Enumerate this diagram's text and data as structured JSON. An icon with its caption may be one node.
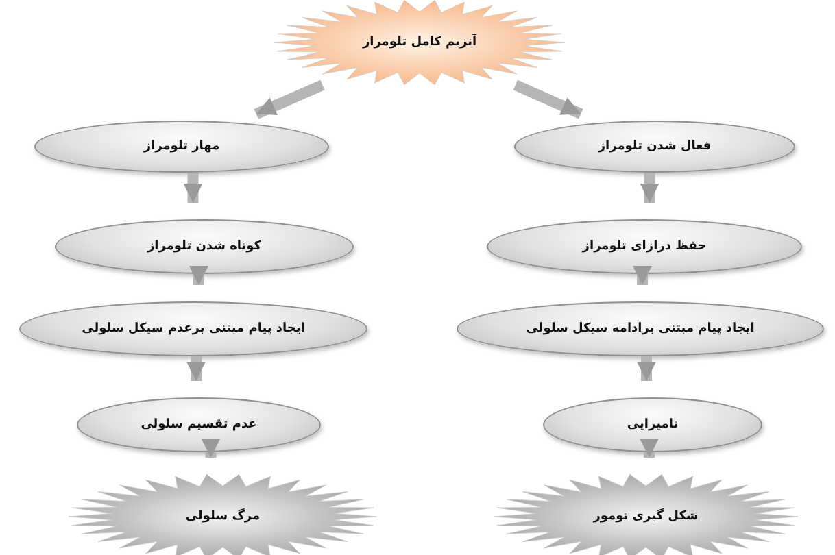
{
  "diagram": {
    "nodes": [
      {
        "text": [
          "آنزیم کامل تلومراز"
        ]
      },
      {
        "text": [
          "مهار تلومراز"
        ]
      },
      {
        "text": [
          "کوتاه شدن تلومراز"
        ]
      },
      {
        "text": [
          "ایجاد پیام مبتنی برعدم سیکل سلولی"
        ]
      },
      {
        "text": [
          "عدم تقسیم سلولی"
        ]
      },
      {
        "text": [
          "مرگ سلولی"
        ]
      },
      {
        "text": [
          "فعال شدن تلومراز"
        ]
      },
      {
        "text": [
          "حفظ درازای تلومراز"
        ]
      },
      {
        "text": [
          "ایجاد پیام مبتنی برادامه سیکل سلولی"
        ]
      },
      {
        "text": [
          "نامیرایی"
        ]
      },
      {
        "text": [
          "شکل گیری تومور"
        ]
      }
    ],
    "edges": [
      {
        "from": 0,
        "to": 1,
        "arrow": "to"
      },
      {
        "from": 0,
        "to": 6,
        "arrow": "to"
      },
      {
        "from": 1,
        "to": 2,
        "arrow": "to"
      },
      {
        "from": 2,
        "to": 3,
        "arrow": "to"
      },
      {
        "from": 3,
        "to": 4,
        "arrow": "to"
      },
      {
        "from": 4,
        "to": 5,
        "arrow": "to"
      },
      {
        "from": 6,
        "to": 7,
        "arrow": "to"
      },
      {
        "from": 7,
        "to": 8,
        "arrow": "to"
      },
      {
        "from": 8,
        "to": 9,
        "arrow": "to"
      },
      {
        "from": 9,
        "to": 10,
        "arrow": "to"
      }
    ]
  }
}
